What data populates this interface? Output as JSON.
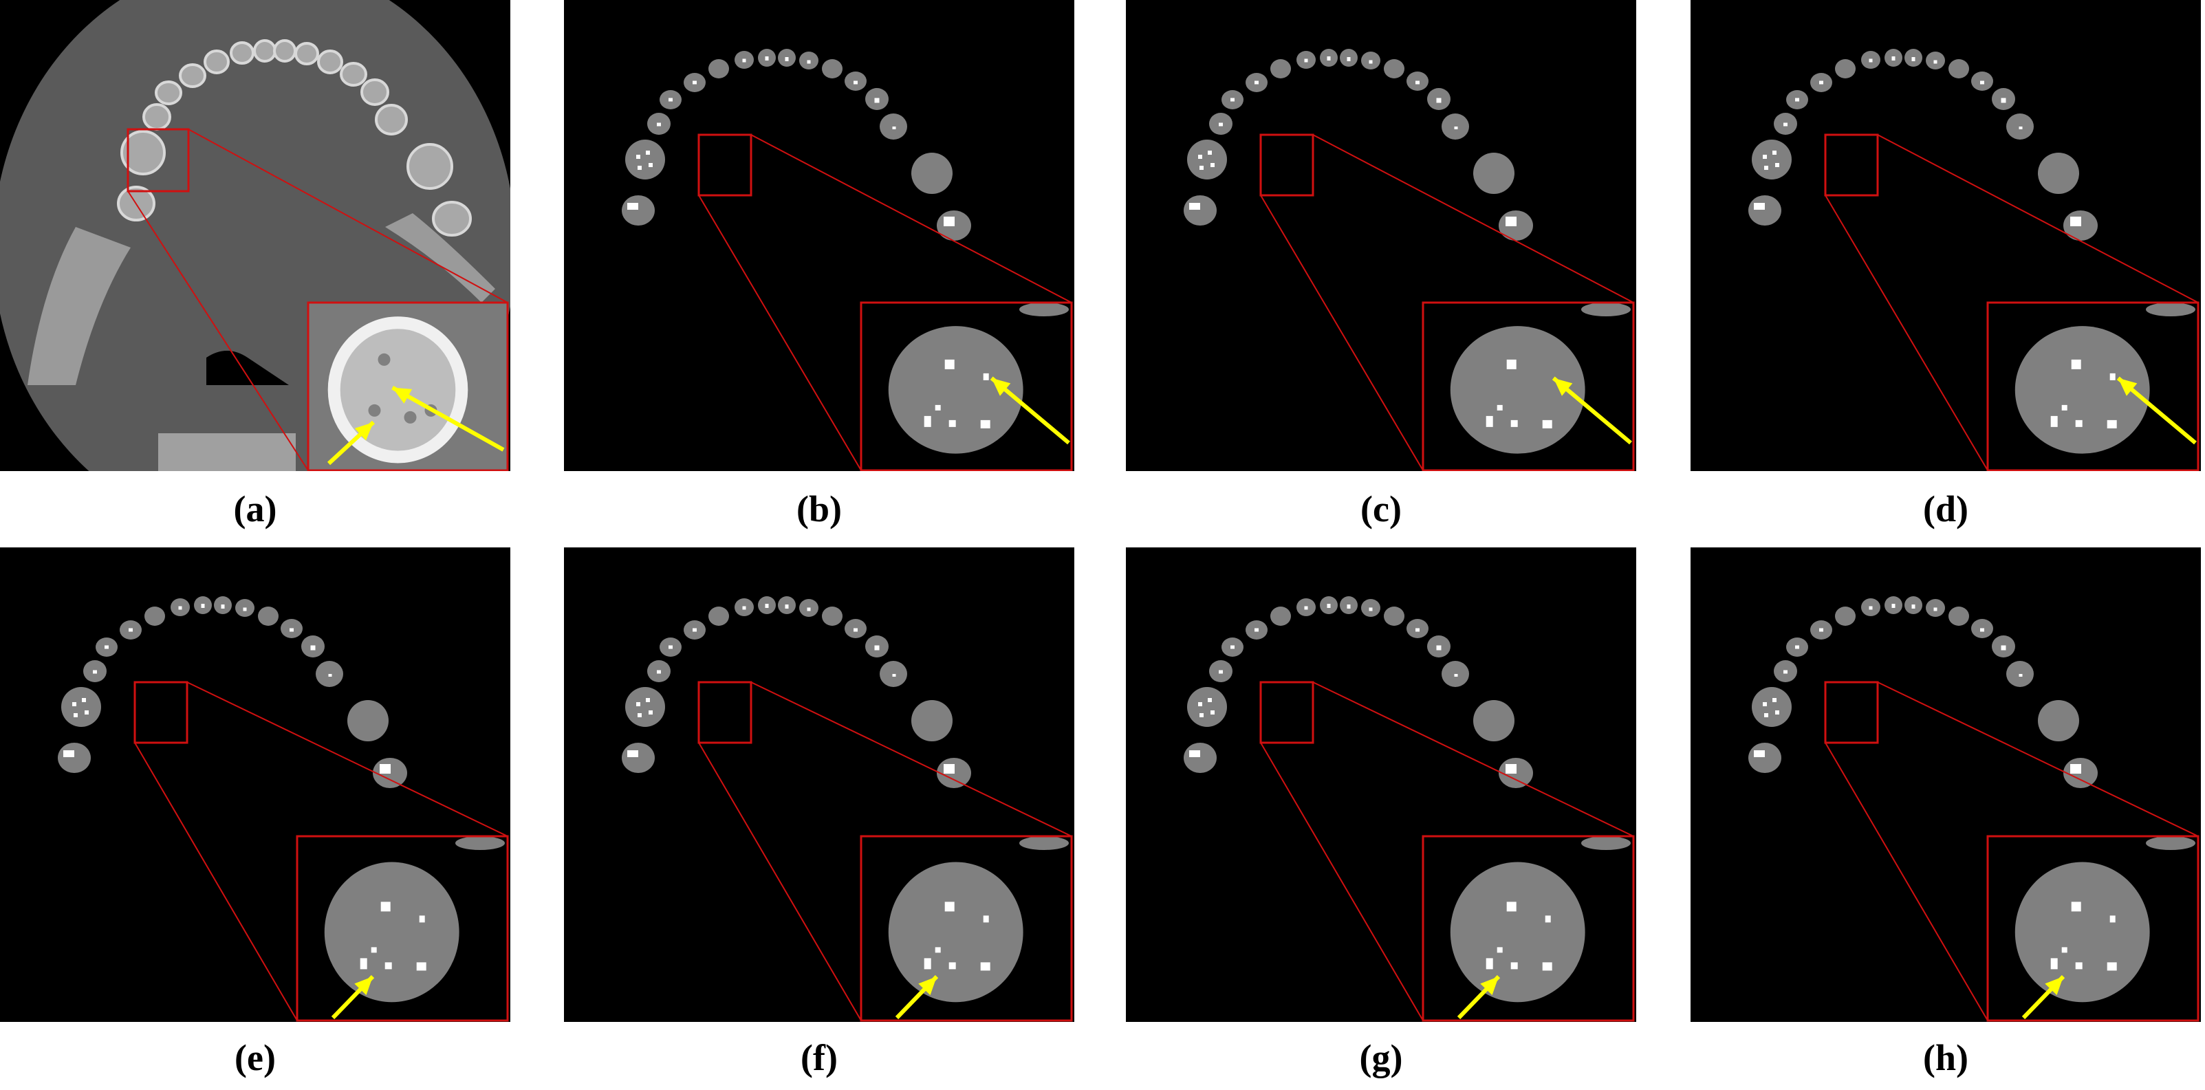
{
  "panels": [
    {
      "id": "a",
      "caption": "(a)",
      "style": "ct"
    },
    {
      "id": "b",
      "caption": "(b)",
      "style": "seg"
    },
    {
      "id": "c",
      "caption": "(c)",
      "style": "seg"
    },
    {
      "id": "d",
      "caption": "(d)",
      "style": "seg"
    },
    {
      "id": "e",
      "caption": "(e)",
      "style": "seg"
    },
    {
      "id": "f",
      "caption": "(f)",
      "style": "seg"
    },
    {
      "id": "g",
      "caption": "(g)",
      "style": "seg"
    },
    {
      "id": "h",
      "caption": "(h)",
      "style": "seg"
    }
  ],
  "colors": {
    "background": "#000000",
    "tooth_segment": "#808080",
    "defect_pixels": "#ffffff",
    "zoom_box": "#d01010",
    "arrow": "#ffff00",
    "ct_bone": "#d8d8d8",
    "ct_soft_tissue": "#5a5a5a"
  },
  "icons": {
    "arrow": "yellow-arrow-icon",
    "zoom": "zoom-box-icon"
  }
}
